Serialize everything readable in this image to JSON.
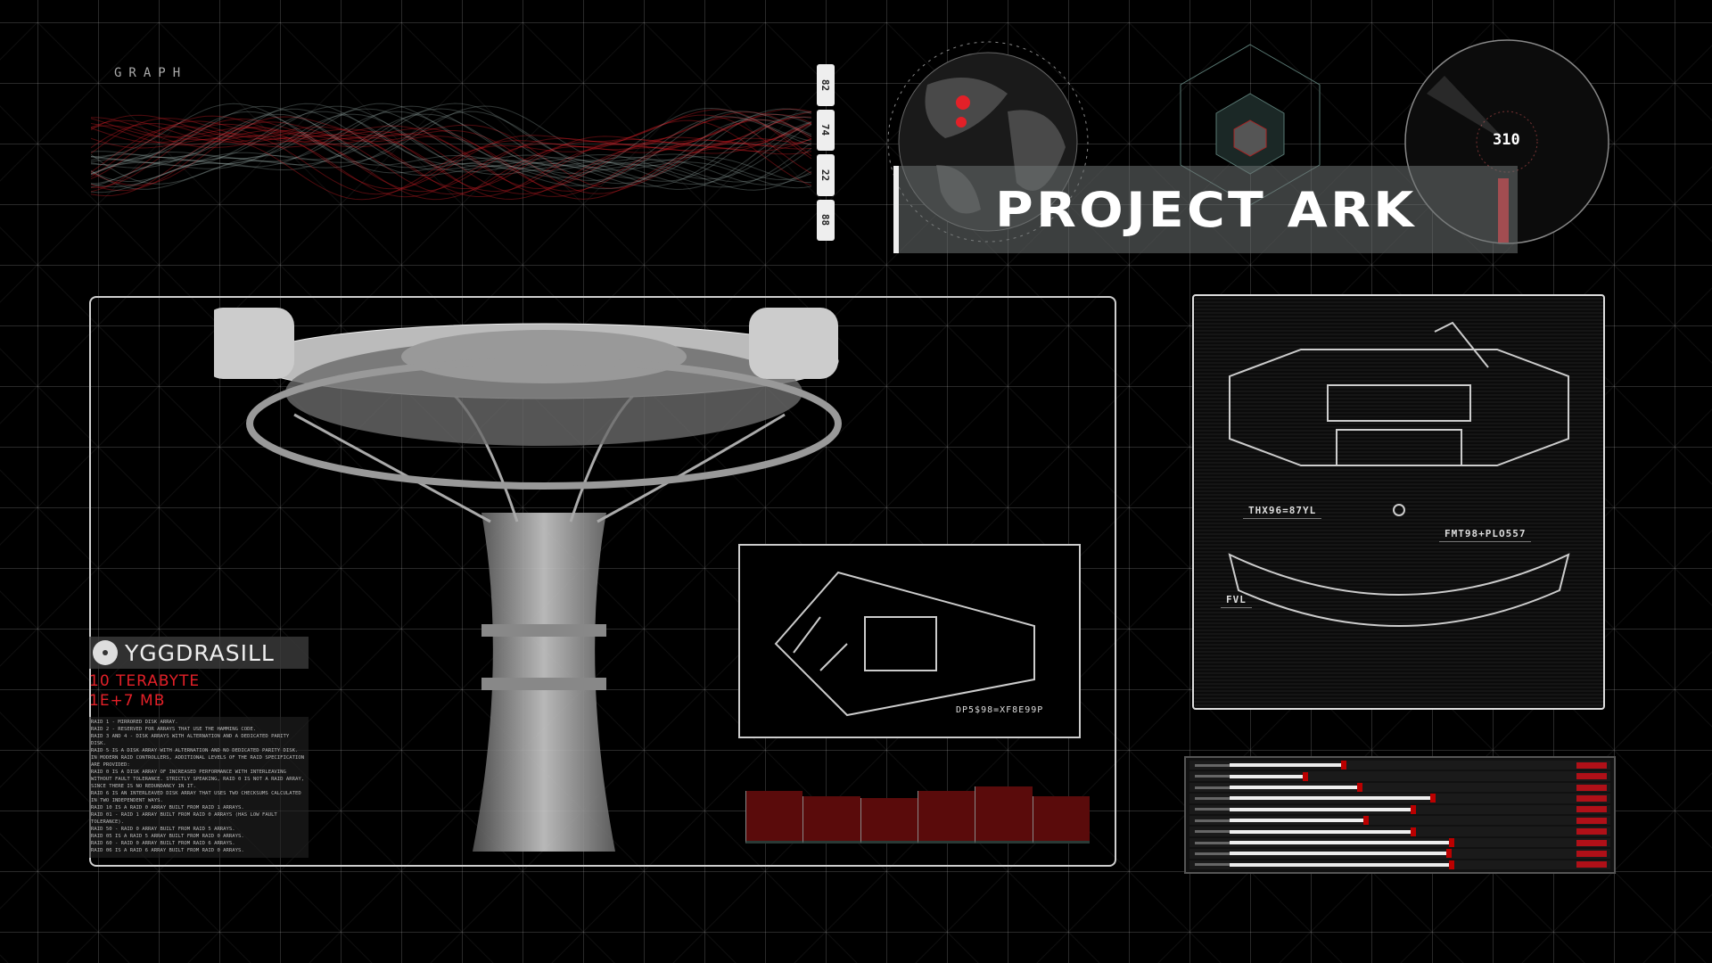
{
  "graph": {
    "label": "GRAPH",
    "tabs": [
      "82",
      "74",
      "22",
      "88"
    ]
  },
  "banner": {
    "title": "PROJECT ARK"
  },
  "radar": {
    "value": "310"
  },
  "colors": {
    "accent": "#e32028",
    "panel": "#cfcfcf",
    "bar": "#5a0b0b"
  },
  "main": {
    "name": "YGGDRASILL",
    "capacity": "10 TERABYTE",
    "size": "1E+7 MB",
    "description": [
      "RAID 1 - MIRRORED DISK ARRAY.",
      "RAID 2 - RESERVED FOR ARRAYS THAT USE THE HAMMING CODE.",
      "RAID 3 AND 4 - DISK ARRAYS WITH ALTERNATION AND A DEDICATED PARITY DISK.",
      "RAID 5 IS A DISK ARRAY WITH ALTERNATION AND NO DEDICATED PARITY DISK.",
      "IN MODERN RAID CONTROLLERS, ADDITIONAL LEVELS OF THE RAID SPECIFICATION ARE PROVIDED:",
      "RAID 0 IS A DISK ARRAY OF INCREASED PERFORMANCE WITH INTERLEAVING WITHOUT FAULT TOLERANCE. STRICTLY SPEAKING, RAID 0 IS NOT A RAID ARRAY, SINCE THERE IS NO REDUNDANCY IN IT.",
      "RAID 6 IS AN INTERLEAVED DISK ARRAY THAT USES TWO CHECKSUMS CALCULATED IN TWO INDEPENDENT WAYS.",
      "RAID 10 IS A RAID 0 ARRAY BUILT FROM RAID 1 ARRAYS.",
      "RAID 01 - RAID 1 ARRAY BUILT FROM RAID 0 ARRAYS (HAS LOW FAULT TOLERANCE).",
      "RAID 50 - RAID 0 ARRAY BUILT FROM RAID 5 ARRAYS.",
      "RAID 05 IS A RAID 5 ARRAY BUILT FROM RAID 0 ARRAYS.",
      "RAID 60 - RAID 0 ARRAY BUILT FROM RAID 6 ARRAYS.",
      "RAID 06 IS A RAID 6 ARRAY BUILT FROM RAID 0 ARRAYS."
    ],
    "inset_label": "DP5$98=XF8E99P",
    "bar_levels": [
      0.92,
      0.83,
      0.8,
      0.92,
      1.0,
      0.83
    ]
  },
  "blueprint": {
    "labels": [
      "THX96=87YL",
      "FMT98+PLO557",
      "FVL"
    ]
  },
  "progress_rows": [
    0.35,
    0.23,
    0.4,
    0.63,
    0.57,
    0.42,
    0.57,
    0.69,
    0.68,
    0.69
  ]
}
